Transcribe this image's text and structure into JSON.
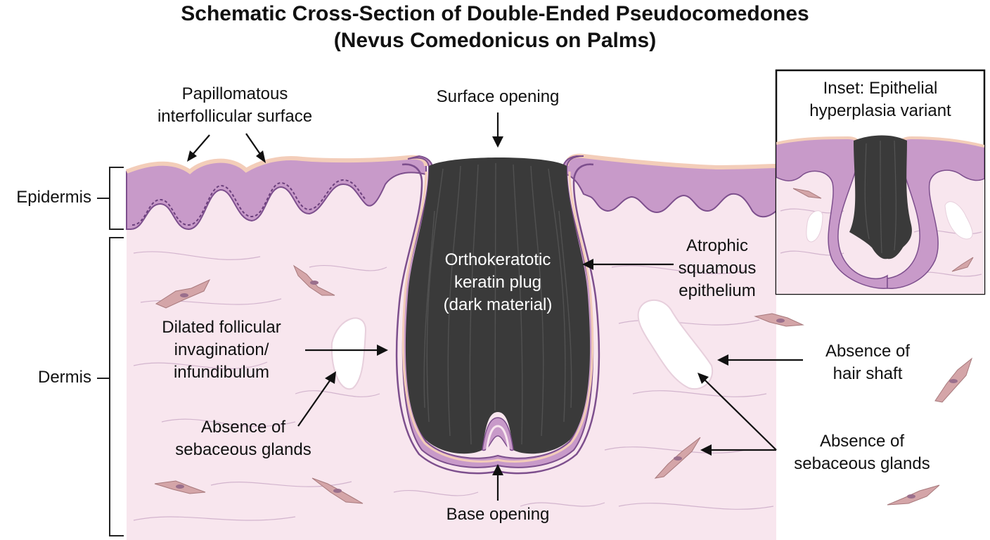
{
  "title": {
    "line1": "Schematic Cross-Section of Double-Ended Pseudocomedones",
    "line2": "(Nevus Comedonicus on Palms)"
  },
  "labels": {
    "papillomatous": [
      "Papillomatous",
      "interfollicular surface"
    ],
    "surface_opening": "Surface opening",
    "epidermis": "Epidermis",
    "dermis": "Dermis",
    "plug": [
      "Orthokeratotic",
      "keratin plug",
      "(dark material)"
    ],
    "atrophic": [
      "Atrophic",
      "squamous",
      "epithelium"
    ],
    "dilated": [
      "Dilated follicular",
      "invagination/",
      "infundibulum"
    ],
    "absence_sebaceous_left": [
      "Absence of",
      "sebaceous glands"
    ],
    "absence_hair": [
      "Absence of",
      "hair shaft"
    ],
    "absence_sebaceous_right": [
      "Absence of",
      "sebaceous glands"
    ],
    "base_opening": "Base opening",
    "inset": [
      "Inset: Epithelial",
      "hyperplasia variant"
    ]
  },
  "colors": {
    "dermis": "#f8e6ee",
    "epidermis": "#c89ac9",
    "epidermis_dark": "#7d4f8d",
    "stratum_corneum": "#f3cdb9",
    "keratin_plug": "#3a3a3a",
    "fibroblast": "#d4a5a8",
    "gland_space": "#ffffff"
  }
}
